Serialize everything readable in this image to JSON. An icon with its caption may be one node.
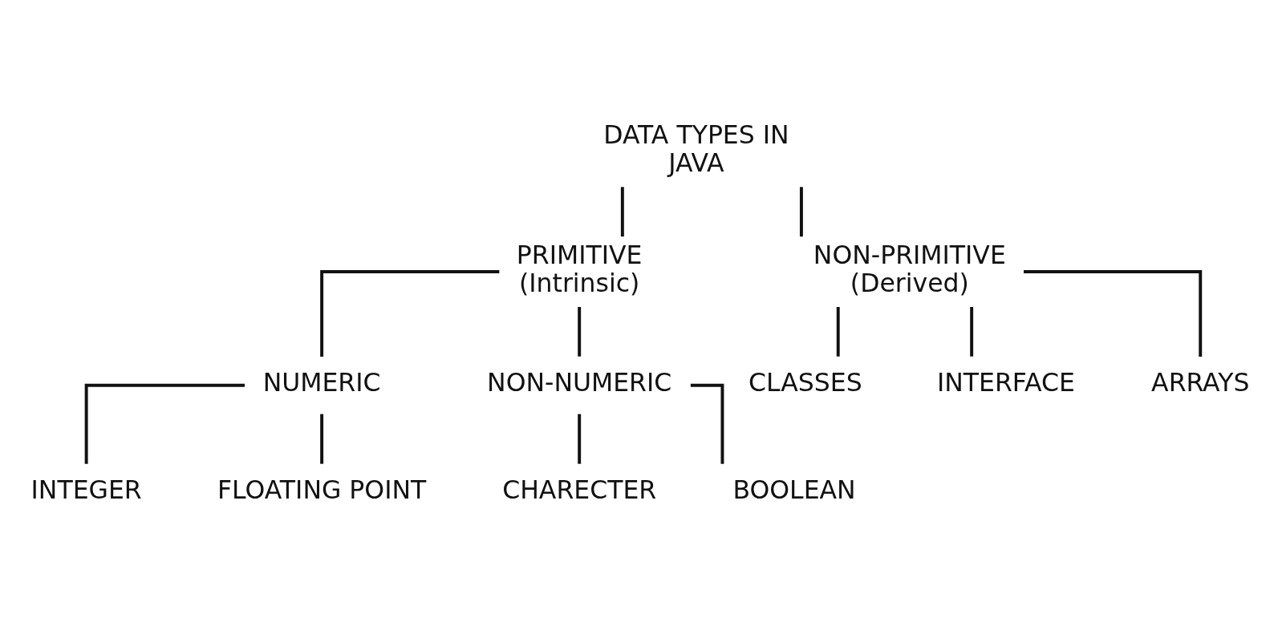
{
  "diagram": {
    "nodes": [
      {
        "text": [
          "DATA TYPES IN JAVA"
        ]
      },
      {
        "text": [
          "PRIMITIVE (Intrinsic)"
        ]
      },
      {
        "text": [
          "NON-PRIMITIVE (Derived)"
        ]
      },
      {
        "text": [
          "NUMERIC"
        ]
      },
      {
        "text": [
          "NON-NUMERIC"
        ]
      },
      {
        "text": [
          "INTEGER"
        ]
      },
      {
        "text": [
          "FLOATING POINT"
        ]
      },
      {
        "text": [
          "CHARECTER"
        ]
      },
      {
        "text": [
          "BOOLEAN"
        ]
      },
      {
        "text": [
          "CLASSES"
        ]
      },
      {
        "text": [
          "INTERFACE"
        ]
      },
      {
        "text": [
          "ARRAYS"
        ]
      }
    ],
    "edges": [
      {
        "from": 0,
        "to": 1,
        "arrow": "none"
      },
      {
        "from": 0,
        "to": 2,
        "arrow": "none"
      },
      {
        "from": 1,
        "to": 3,
        "arrow": "none"
      },
      {
        "from": 1,
        "to": 4,
        "arrow": "none"
      },
      {
        "from": 3,
        "to": 5,
        "arrow": "none"
      },
      {
        "from": 3,
        "to": 6,
        "arrow": "none"
      },
      {
        "from": 4,
        "to": 7,
        "arrow": "none"
      },
      {
        "from": 4,
        "to": 8,
        "arrow": "none"
      },
      {
        "from": 2,
        "to": 9,
        "arrow": "none"
      },
      {
        "from": 2,
        "to": 10,
        "arrow": "none"
      },
      {
        "from": 2,
        "to": 11,
        "arrow": "none"
      }
    ]
  }
}
